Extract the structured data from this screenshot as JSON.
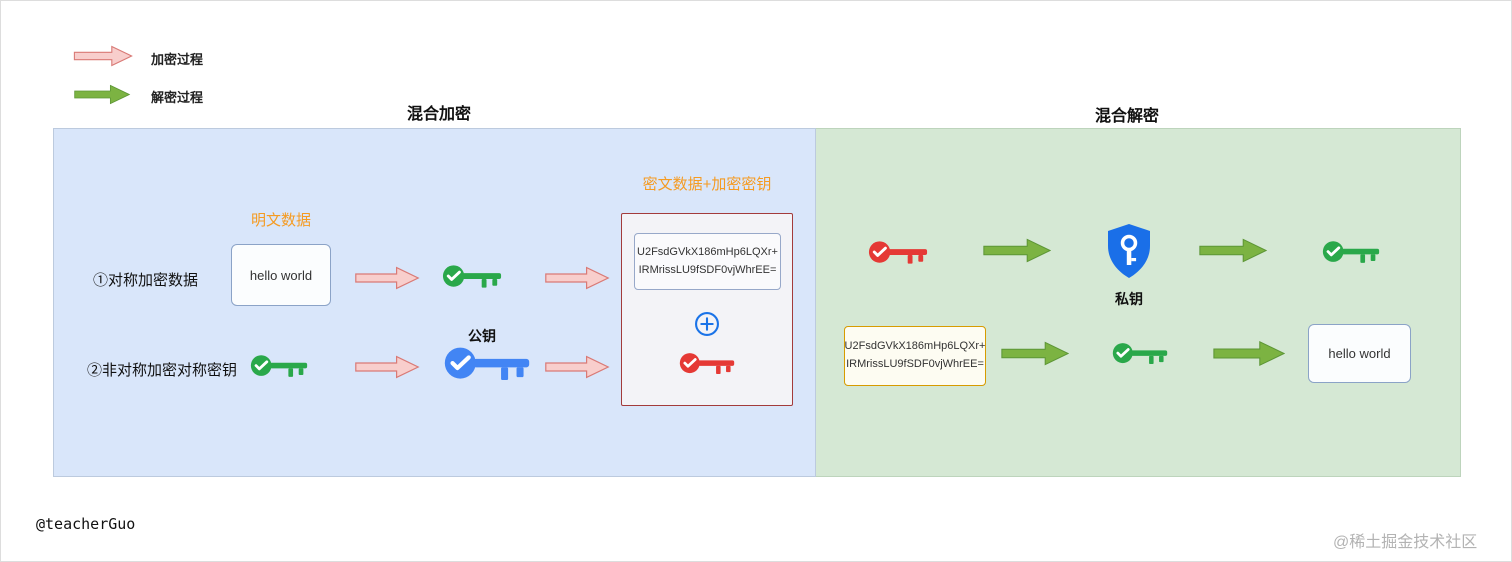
{
  "legend": {
    "items": [
      {
        "label": "加密过程",
        "type": "encrypt-arrow"
      },
      {
        "label": "解密过程",
        "type": "decrypt-arrow"
      }
    ]
  },
  "sections": {
    "encrypt_title": "混合加密",
    "decrypt_title": "混合解密"
  },
  "encrypt": {
    "plaintext_label": "明文数据",
    "plaintext_value": "hello world",
    "row1_label": "①对称加密数据",
    "row2_label": "②非对称加密对称密钥",
    "public_key_label": "公钥",
    "cipher_title": "密文数据+加密密钥",
    "cipher_line1": "U2FsdGVkX186mHp6LQXr+",
    "cipher_line2": "IRMrissLU9fSDF0vjWhrEE="
  },
  "decrypt": {
    "private_key_label": "私钥",
    "cipher_line1": "U2FsdGVkX186mHp6LQXr+",
    "cipher_line2": "IRMrissLU9fSDF0vjWhrEE=",
    "result_value": "hello world"
  },
  "footer": {
    "author": "@teacherGuo",
    "watermark": "@稀土掘金技术社区"
  },
  "colors": {
    "encrypt_panel_bg": "#d9e6fa",
    "decrypt_panel_bg": "#d5e8d4",
    "encrypt_arrow_fill": "#f8cecc",
    "encrypt_arrow_stroke": "#d97a76",
    "decrypt_arrow_fill": "#7cb342",
    "orange_label": "#f59b22",
    "green_key": "#2aa84a",
    "blue_key": "#4285f4",
    "red_key": "#e53935",
    "shield_blue": "#1a6fe8",
    "cipher_box_border": "#a33b3b",
    "decrypt_cipher_border": "#d79b00",
    "plus_icon": "#1a73e8",
    "watermark_gray": "#b3b3b3"
  }
}
